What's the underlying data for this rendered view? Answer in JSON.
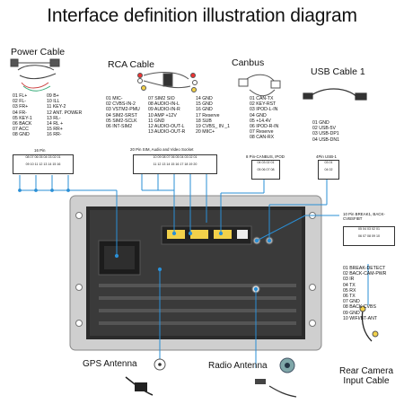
{
  "title": "Interface definition illustration diagram",
  "sections": {
    "power": {
      "label": "Power Cable",
      "pins_left": [
        "01 FL+",
        "02 FL-",
        "03 FR+",
        "04 FR-",
        "05 KEY-1",
        "06 BACK",
        "07 ACC",
        "08 GND"
      ],
      "pins_right": [
        "09 B+",
        "10 ILL",
        "11 KEY-2",
        "12 ANT. POWER",
        "13 RL-",
        "14 RL +",
        "15 RR+",
        "16 RR-"
      ],
      "connector_label": "16 Pin",
      "connector_top": "08 07 06 05 04 03 02 01",
      "connector_bottom": "09 10 11 12 13 14 15 16"
    },
    "rca": {
      "label": "RCA Cable",
      "pins_col1": [
        "01 MIC-",
        "02 CVBS-IN-2",
        "03 VSTM2-PMU",
        "04 SIM2-SRST",
        "05 SIM2-SCLK",
        "06 INT-SIM2"
      ],
      "pins_col2": [
        "07 SIM2 SIO",
        "08 AUDIO-IN-L",
        "09 AUDIO-IN-R",
        "10 AMP +12V",
        "11 GND",
        "12 AUDIO-OUT-L",
        "13 AUDIO-OUT-R"
      ],
      "pins_col3": [
        "14 GND",
        "15 GND",
        "16 GND",
        "17 Reserve",
        "18 SUB",
        "19 CVBS_ IN _1",
        "20 MIIC+"
      ],
      "connector_label": "20 Pin SIM, Audio and Video Socket",
      "connector_top": "10 09 08 07 06 05 04 03 02 01",
      "connector_bottom": "11 12 13 14 15 16 17 18 19 20"
    },
    "canbus": {
      "label": "Canbus",
      "pins": [
        "01 CAN-TX",
        "02 KEY-RST",
        "03 IPOD-L-IN",
        "04 GND",
        "05 +14.4V",
        "06 IPOD-R-IN",
        "07 Reserve",
        "08 CAN-RX"
      ],
      "connector_label": "8 Pin-CANBUS, IPOD",
      "connector_top": "04 03 02 01",
      "connector_bottom": "05 06 07 08"
    },
    "usb": {
      "label": "USB Cable 1",
      "pins": [
        "01 GND",
        "02 USB-5V",
        "03 USB-DP1",
        "04 USB-DN1"
      ],
      "connector_label": "4Pin USB-1",
      "connector_top": "03 01",
      "connector_bottom": "04 02"
    },
    "backcam": {
      "connector_label": "10 Pin BREAK1, BACK-CVBSFIBT",
      "connector_top": "05 04 03 02 01",
      "connector_bottom": "06 07 08 09 10",
      "pins": [
        "01 BREAK-DETECT",
        "02 BACK-CAM-PWR",
        "03 IR",
        "04 TX",
        "05 RX",
        "06 TX",
        "07 GND",
        "08 BACK CVBS",
        "09 GND",
        "10 WIFI/BT-ANT"
      ]
    },
    "bottom": {
      "gps": "GPS Antenna",
      "radio": "Radio Antenna",
      "rear_line1": "Rear Camera",
      "rear_line2": "Input Cable"
    }
  },
  "colors": {
    "accent": "#2a8fd6",
    "chassis": "#c9c9c9",
    "body": "#333333",
    "connector_yellow": "#f2d14a"
  }
}
